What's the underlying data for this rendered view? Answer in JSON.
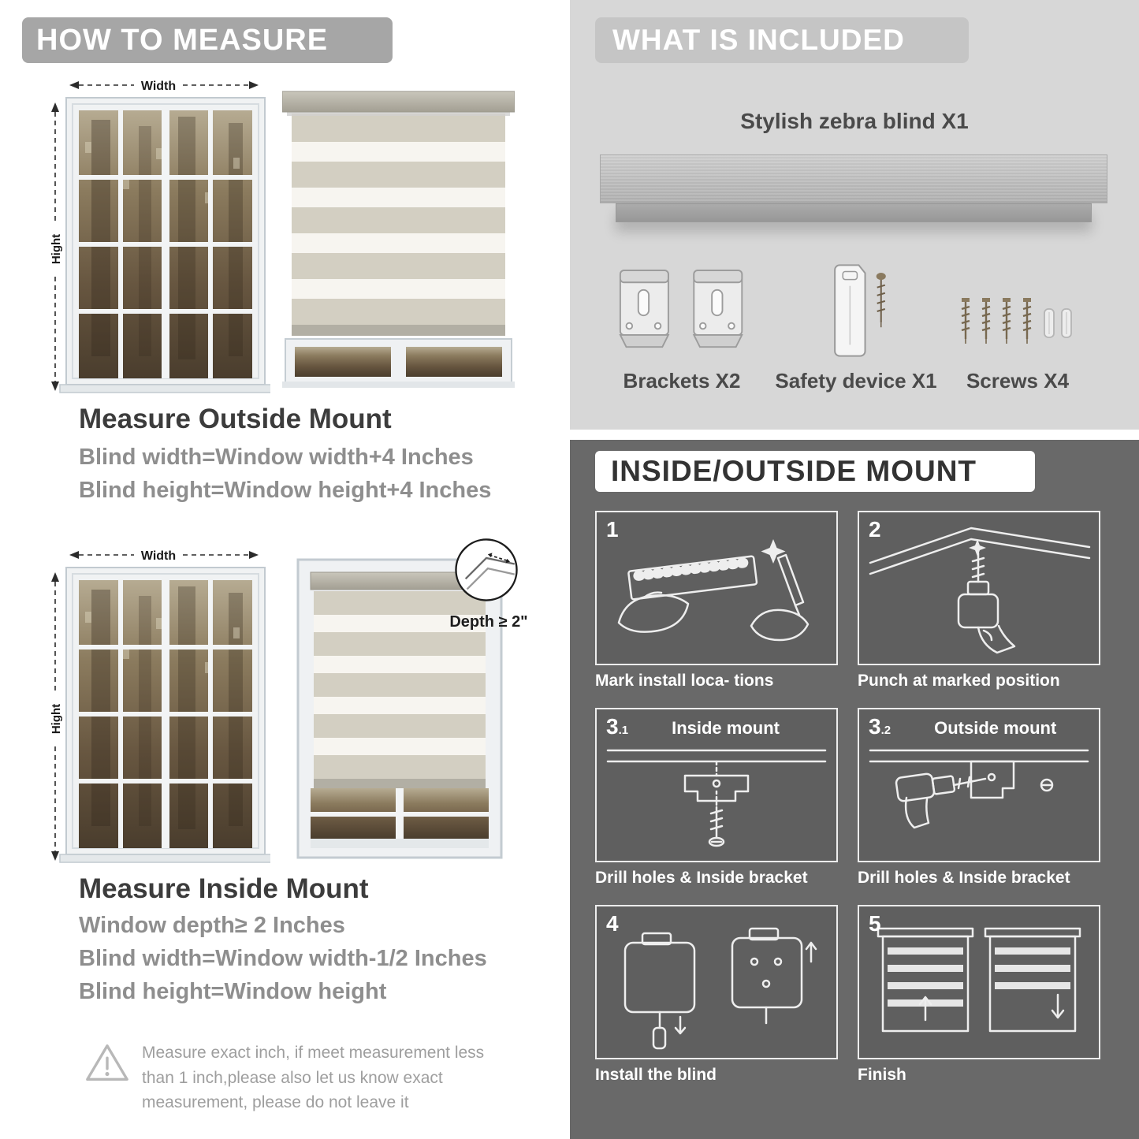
{
  "colors": {
    "left_banner_bg": "#a6a6a6",
    "included_bg": "#d7d7d7",
    "included_banner_bg": "#c5c5c5",
    "mount_bg": "#696969",
    "card_bg": "#5f5f5f",
    "heading_text": "#3c3c3c",
    "formula_text": "#8e8e8e"
  },
  "left": {
    "header": "HOW TO MEASURE",
    "width_label": "Width",
    "height_label": "Hight",
    "outside": {
      "title": "Measure Outside Mount",
      "line1": "Blind width=Window width+4 Inches",
      "line2": "Blind height=Window height+4 Inches"
    },
    "inside": {
      "title": "Measure Inside Mount",
      "depth_label": "Depth ≥ 2\"",
      "line0": "Window depth≥ 2 Inches",
      "line1": "Blind width=Window width-1/2 Inches",
      "line2": "Blind height=Window height"
    },
    "note": "Measure exact inch, if meet measurement less than 1 inch,please also let us know exact measurement, please do not leave it"
  },
  "included": {
    "header": "WHAT IS INCLUDED",
    "product_label": "Stylish zebra blind X1",
    "items": [
      {
        "label": "Brackets X2"
      },
      {
        "label": "Safety device X1"
      },
      {
        "label": "Screws X4"
      }
    ]
  },
  "mount": {
    "header": "INSIDE/OUTSIDE MOUNT",
    "steps": [
      {
        "num": "1",
        "sub": "",
        "title": "",
        "caption": "Mark install loca- tions"
      },
      {
        "num": "2",
        "sub": "",
        "title": "",
        "caption": "Punch at  marked position"
      },
      {
        "num": "3",
        "sub": ".1",
        "title": "Inside mount",
        "caption": "Drill holes &  Inside bracket"
      },
      {
        "num": "3",
        "sub": ".2",
        "title": "Outside mount",
        "caption": "Drill holes &  Inside bracket"
      },
      {
        "num": "4",
        "sub": "",
        "title": "",
        "caption": "Install the blind"
      },
      {
        "num": "5",
        "sub": "",
        "title": "",
        "caption": "Finish"
      }
    ]
  }
}
